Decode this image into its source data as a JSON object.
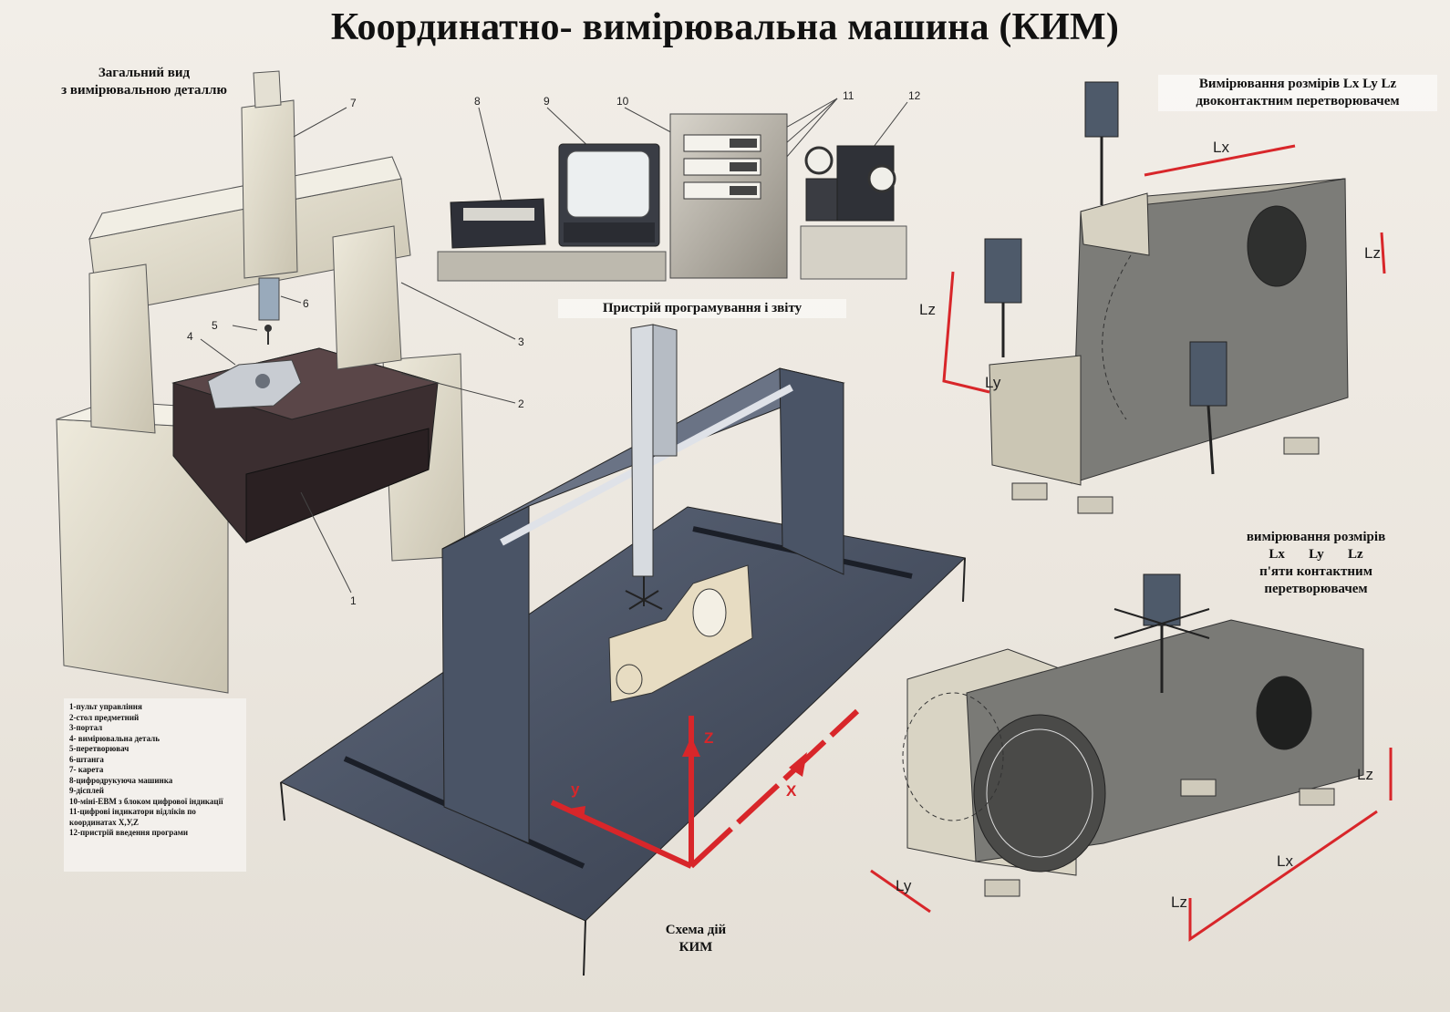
{
  "title": "Координатно- вимірювальна машина (КИМ)",
  "captions": {
    "general_view": [
      "Загальний вид",
      "з вимірювальною деталлю"
    ],
    "programming": "Пристрій програмування і звіту",
    "two_contact": [
      "Вимірювання розмірів Lx  Ly  Lz",
      "двоконтактним перетворювачем"
    ],
    "five_contact": [
      "вимірювання розмірів",
      "Lx       Ly       Lz",
      "п'яти контактним",
      "перетворювачем"
    ],
    "scheme": [
      "Схема дій",
      "КИМ"
    ]
  },
  "callouts": [
    "1",
    "2",
    "3",
    "4",
    "5",
    "6",
    "7",
    "8",
    "9",
    "10",
    "11",
    "12"
  ],
  "axes": {
    "x": "X",
    "y": "y",
    "z": "Z"
  },
  "dimensions": {
    "lx": "Lx",
    "ly": "Ly",
    "lz": "Lz"
  },
  "legend": [
    "1-пульт управління",
    "2-стол предметний",
    "3-портал",
    "4- вимірювальна деталь",
    "5-перетворювач",
    "6-штанга",
    "7- карета",
    "8-цифродрукуюча машинка",
    "9-дісплей",
    "10-міні-ЕВМ з блоком цифрової індикації",
    "11-цифрові індикатори відліків по координатах X,У,Z",
    "12-пристрій введення програми"
  ],
  "colors": {
    "axis_red": "#d8262a",
    "plate_blue": "#4a5466",
    "machine_cream": "#ddd8c8",
    "table_dark": "#3b2e30"
  }
}
